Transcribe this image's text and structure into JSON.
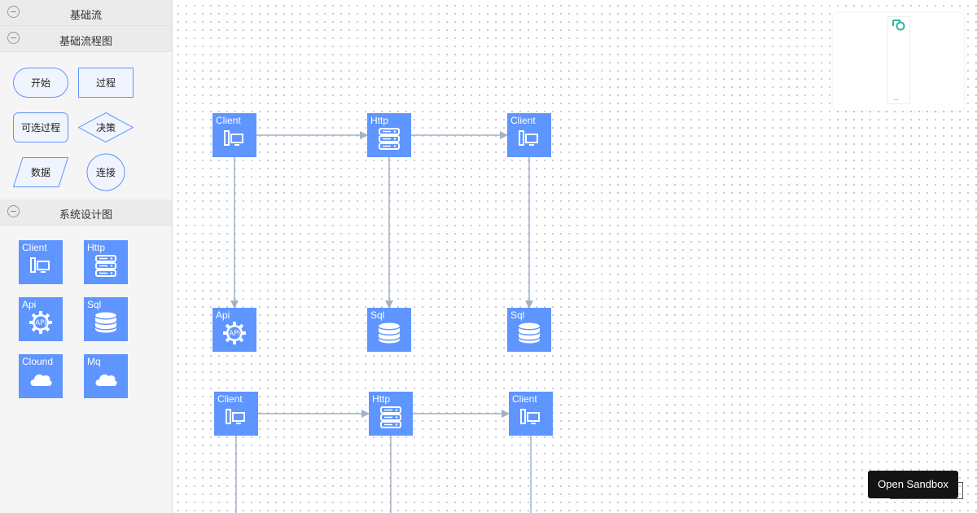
{
  "sidebar": {
    "groups": [
      {
        "title": "基础流"
      },
      {
        "title": "基础流程图"
      },
      {
        "title": "系统设计图"
      }
    ],
    "basic_shapes": [
      {
        "label": "开始"
      },
      {
        "label": "过程"
      },
      {
        "label": "可选过程"
      },
      {
        "label": "决策"
      },
      {
        "label": "数据"
      },
      {
        "label": "连接"
      }
    ],
    "system_nodes": [
      {
        "label": "Client",
        "icon": "client-icon"
      },
      {
        "label": "Http",
        "icon": "server-icon"
      },
      {
        "label": "Api",
        "icon": "api-gear-icon"
      },
      {
        "label": "Sql",
        "icon": "database-icon"
      },
      {
        "label": "Clound",
        "icon": "cloud-icon"
      },
      {
        "label": "Mq",
        "icon": "cloud-icon"
      }
    ]
  },
  "canvas": {
    "nodes": [
      {
        "label": "Client",
        "icon": "client-icon"
      },
      {
        "label": "Http",
        "icon": "server-icon"
      },
      {
        "label": "Client",
        "icon": "client-icon"
      },
      {
        "label": "Api",
        "icon": "api-gear-icon"
      },
      {
        "label": "Sql",
        "icon": "database-icon"
      },
      {
        "label": "Sql",
        "icon": "database-icon"
      },
      {
        "label": "Client",
        "icon": "client-icon"
      },
      {
        "label": "Http",
        "icon": "server-icon"
      },
      {
        "label": "Client",
        "icon": "client-icon"
      }
    ]
  },
  "minimap": {
    "caption": "..."
  },
  "sandbox_button": {
    "label": "Open Sandbox"
  },
  "colors": {
    "node": "#5f95ff",
    "edge": "#a2b1c3",
    "shape_stroke": "#5f95ff",
    "shape_fill": "#eff4ff"
  }
}
